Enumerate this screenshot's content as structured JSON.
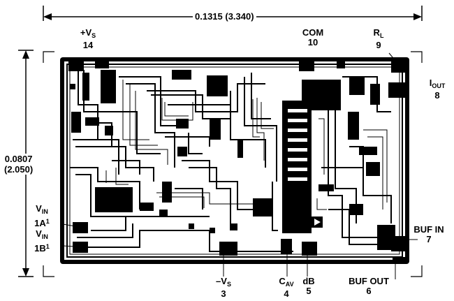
{
  "dimensions": {
    "width_label": "0.1315 (3.340)",
    "height_label_line1": "0.0807",
    "height_label_line2": "(2.050)"
  },
  "pins": {
    "vs_pos": {
      "name": "+V",
      "sub": "S",
      "num": "14"
    },
    "com": {
      "name": "COM",
      "num": "10"
    },
    "rl": {
      "name": "R",
      "sub": "L",
      "num": "9"
    },
    "iout": {
      "name": "I",
      "sub": "OUT",
      "num": "8"
    },
    "vin1a": {
      "name": "V",
      "sub": "IN",
      "line2": "1A",
      "sup": "1"
    },
    "vin1b": {
      "name": "V",
      "sub": "IN",
      "line2": "1B",
      "sup": "1"
    },
    "bufin": {
      "name": "BUF IN",
      "num": "7"
    },
    "vs_neg": {
      "name": "–V",
      "sub": "S",
      "num": "3"
    },
    "cav": {
      "name": "C",
      "sub": "AV",
      "num": "4"
    },
    "db": {
      "name": "dB",
      "num": "5"
    },
    "bufout": {
      "name": "BUF OUT",
      "num": "6"
    }
  }
}
